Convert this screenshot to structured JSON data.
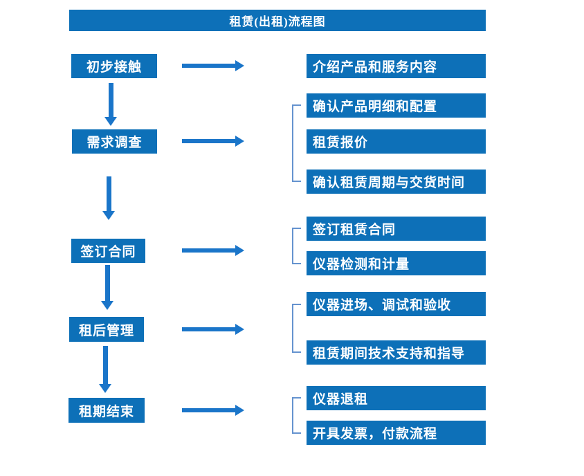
{
  "title": {
    "text": "租赁(出租)流程图"
  },
  "colors": {
    "box_blue": "#0d70b8",
    "arrow_blue": "#1a75c9",
    "bracket_blue": "#6593cf",
    "text_white": "#ffffff"
  },
  "flow": {
    "steps": [
      {
        "label": "初步接触",
        "details": [
          "介绍产品和服务内容"
        ]
      },
      {
        "label": "需求调查",
        "details": [
          "确认产品明细和配置",
          "租赁报价",
          "确认租赁周期与交货时间"
        ]
      },
      {
        "label": "签订合同",
        "details": [
          "签订租赁合同",
          "仪器检测和计量"
        ]
      },
      {
        "label": "租后管理",
        "details": [
          "仪器进场、调试和验收",
          "租赁期间技术支持和指导"
        ]
      },
      {
        "label": "租期结束",
        "details": [
          "仪器退租",
          "开具发票，付款流程"
        ]
      }
    ]
  }
}
